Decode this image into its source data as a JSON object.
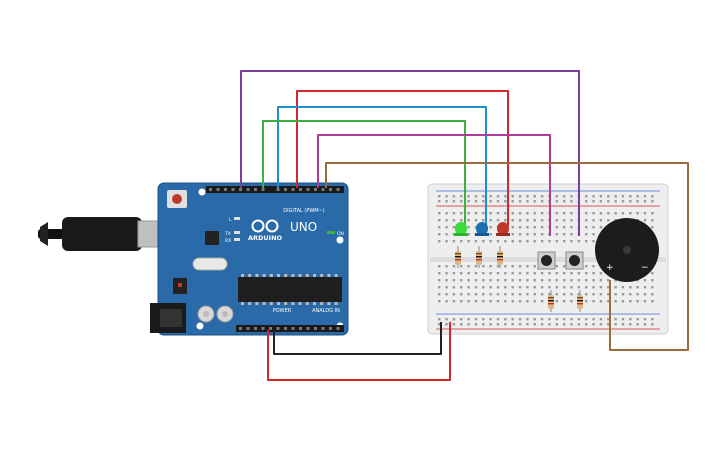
{
  "board": {
    "logo_text": "ARDUINO",
    "model": "UNO",
    "digital_label": "DIGITAL (PWM~)",
    "power_label": "POWER",
    "analog_label": "ANALOG IN",
    "on_label": "ON",
    "l_label": "L",
    "tx_label": "TX",
    "rx_label": "RX"
  },
  "colors": {
    "board_blue": "#2a6aa8",
    "wire_purple": "#7b3f98",
    "wire_red": "#d62828",
    "wire_blue": "#1e90c8",
    "wire_green": "#3cb043",
    "wire_magenta": "#b23a9a",
    "wire_brown": "#9a6b3d",
    "wire_black": "#222222",
    "led_green": "#3ddc3d",
    "led_blue": "#1d6fb0",
    "led_red": "#c0392b",
    "breadboard": "#eeeeee"
  },
  "components": {
    "leds": [
      "green",
      "blue",
      "red"
    ],
    "buttons": 2,
    "resistors": 5,
    "buzzer_plus": "+",
    "buzzer_minus": "−"
  }
}
